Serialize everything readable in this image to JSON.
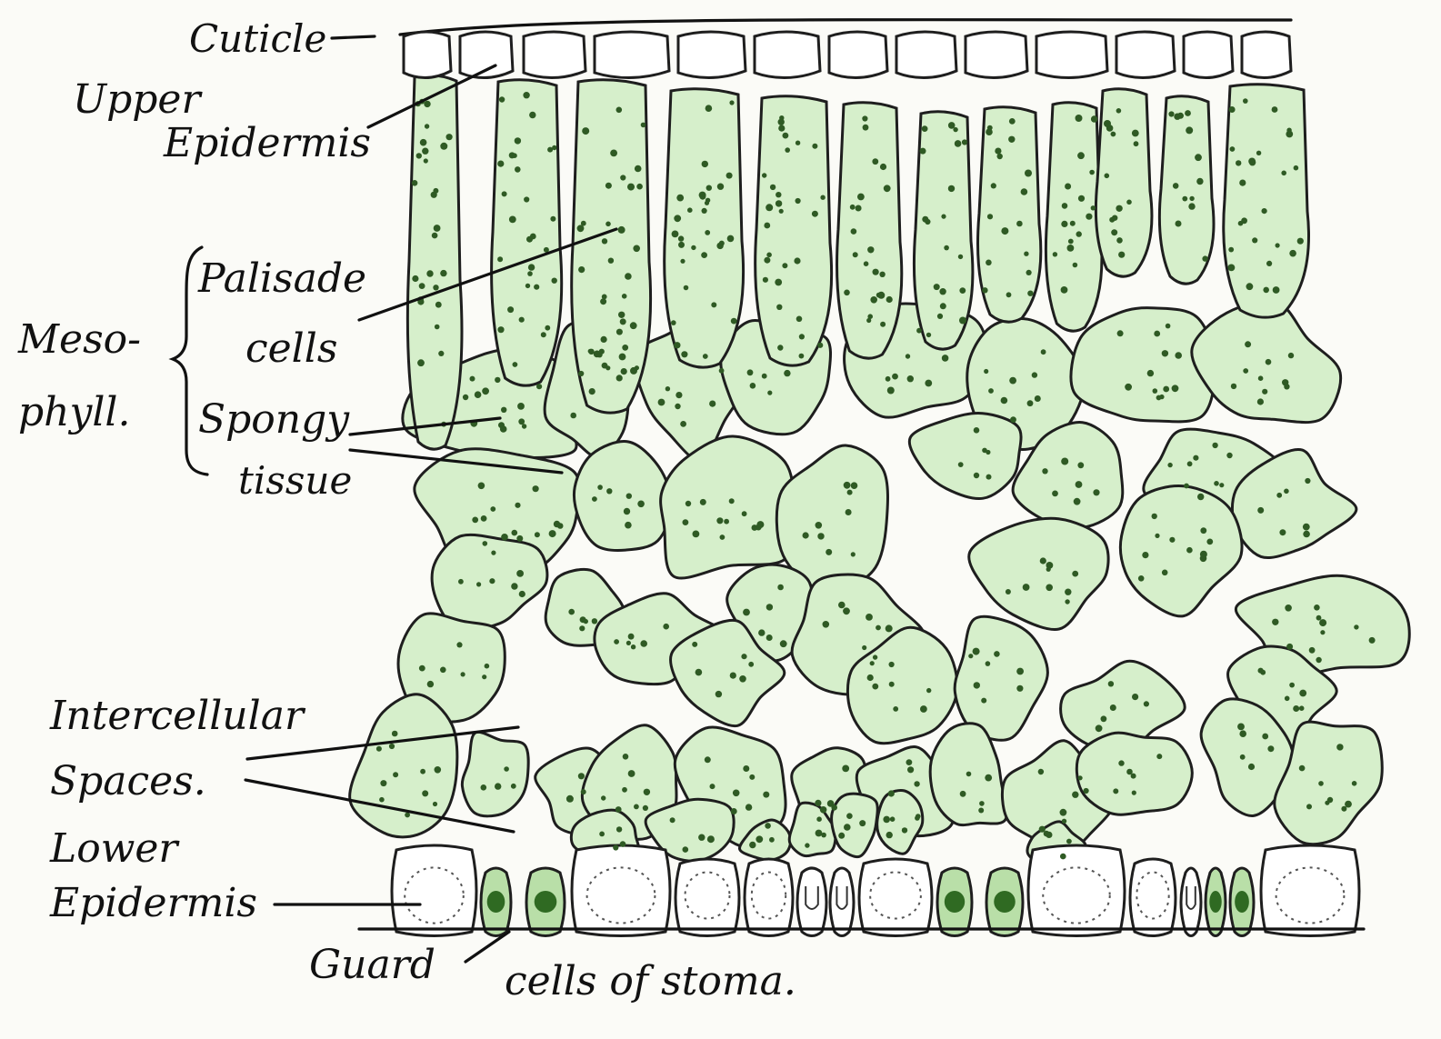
{
  "labels": {
    "cuticle": "Cuticle",
    "upper": "Upper",
    "epidermis_upper": "Epidermis",
    "meso": "Meso-",
    "phyll": "phyll.",
    "palisade": "Palisade",
    "cells": "cells",
    "spongy": "Spongy",
    "tissue": "tissue",
    "intercellular": "Intercellular",
    "spaces": "Spaces.",
    "lower": "Lower",
    "epidermis_lower": "Epidermis",
    "guard": "Guard",
    "cells_of_stoma": "cells of stoma."
  },
  "colors": {
    "chlorenchyma": "#d6efcb",
    "chloroplast": "#2f5a24",
    "outline": "#1e1e1e",
    "background": "#fbfbf7",
    "epidermis_fill": "#ffffff",
    "guard_cell_fill": "#b9dfa8"
  }
}
